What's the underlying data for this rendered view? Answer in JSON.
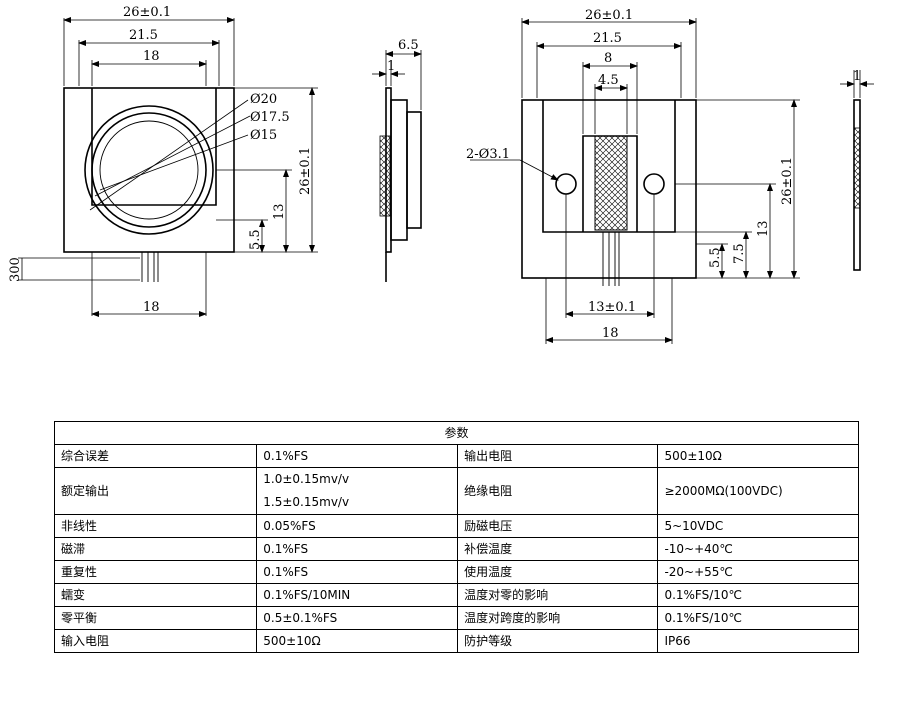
{
  "drawing": {
    "labels": {
      "w26": "26±0.1",
      "w215": "21.5",
      "w18": "18",
      "d20": "Ø20",
      "d175": "Ø17.5",
      "d15": "Ø15",
      "h26": "26±0.1",
      "h13": "13",
      "h55": "5.5",
      "len300": "300",
      "b18": "18",
      "s65": "6.5",
      "s1": "1",
      "r26": "26±0.1",
      "r215": "21.5",
      "r8": "8",
      "r45": "4.5",
      "holes": "2-Ø3.1",
      "rh26": "26±0.1",
      "rh13": "13",
      "rh75": "7.5",
      "rh55": "5.5",
      "r13": "13±0.1",
      "r18": "18",
      "rs1": "1"
    }
  },
  "table": {
    "title": "参数",
    "rows": [
      {
        "k1": "综合误差",
        "v1": [
          "0.1%FS"
        ],
        "k2": "输出电阻",
        "v2": "500±10Ω"
      },
      {
        "k1": "额定输出",
        "v1": [
          "1.0±0.15mv/v",
          "1.5±0.15mv/v"
        ],
        "k2": "绝缘电阻",
        "v2": "≥2000MΩ(100VDC)"
      },
      {
        "k1": "非线性",
        "v1": [
          "0.05%FS"
        ],
        "k2": "励磁电压",
        "v2": "5~10VDC"
      },
      {
        "k1": "磁滞",
        "v1": [
          "0.1%FS"
        ],
        "k2": "补偿温度",
        "v2": "-10~+40℃"
      },
      {
        "k1": "重复性",
        "v1": [
          "0.1%FS"
        ],
        "k2": "使用温度",
        "v2": "-20~+55℃"
      },
      {
        "k1": "蠕变",
        "v1": [
          "0.1%FS/10MIN"
        ],
        "k2": "温度对零的影响",
        "v2": "0.1%FS/10℃"
      },
      {
        "k1": "零平衡",
        "v1": [
          "0.5±0.1%FS"
        ],
        "k2": "温度对跨度的影响",
        "v2": "0.1%FS/10℃"
      },
      {
        "k1": "输入电阻",
        "v1": [
          "500±10Ω"
        ],
        "k2": "防护等级",
        "v2": "IP66"
      }
    ]
  }
}
